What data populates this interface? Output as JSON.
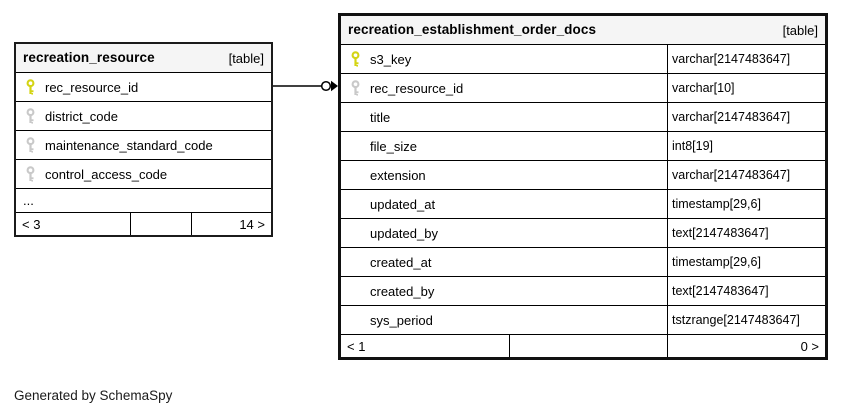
{
  "credit": "Generated by SchemaSpy",
  "colors": {
    "pk_key": "#d4d414",
    "fk_key": "#c9c9c9",
    "header_bg": "#f5f5f5",
    "border": "#000000"
  },
  "relationship": {
    "from": "recreation_resource.rec_resource_id",
    "to": "recreation_establishment_order_docs.rec_resource_id",
    "notation": "circle-arrow"
  },
  "tables": {
    "left": {
      "title": "recreation_resource",
      "tag": "[table]",
      "columns": [
        {
          "name": "rec_resource_id",
          "key": "pk"
        },
        {
          "name": "district_code",
          "key": "fk"
        },
        {
          "name": "maintenance_standard_code",
          "key": "fk"
        },
        {
          "name": "control_access_code",
          "key": "fk"
        }
      ],
      "ellipsis": "...",
      "footer": {
        "left": "< 3",
        "middle": "",
        "right": "14 >"
      }
    },
    "right": {
      "title": "recreation_establishment_order_docs",
      "tag": "[table]",
      "columns": [
        {
          "name": "s3_key",
          "type": "varchar[2147483647]",
          "key": "pk"
        },
        {
          "name": "rec_resource_id",
          "type": "varchar[10]",
          "key": "fk"
        },
        {
          "name": "title",
          "type": "varchar[2147483647]",
          "key": null
        },
        {
          "name": "file_size",
          "type": "int8[19]",
          "key": null
        },
        {
          "name": "extension",
          "type": "varchar[2147483647]",
          "key": null
        },
        {
          "name": "updated_at",
          "type": "timestamp[29,6]",
          "key": null
        },
        {
          "name": "updated_by",
          "type": "text[2147483647]",
          "key": null
        },
        {
          "name": "created_at",
          "type": "timestamp[29,6]",
          "key": null
        },
        {
          "name": "created_by",
          "type": "text[2147483647]",
          "key": null
        },
        {
          "name": "sys_period",
          "type": "tstzrange[2147483647]",
          "key": null
        }
      ],
      "footer": {
        "left": "< 1",
        "middle": "",
        "right": "0 >"
      }
    }
  }
}
